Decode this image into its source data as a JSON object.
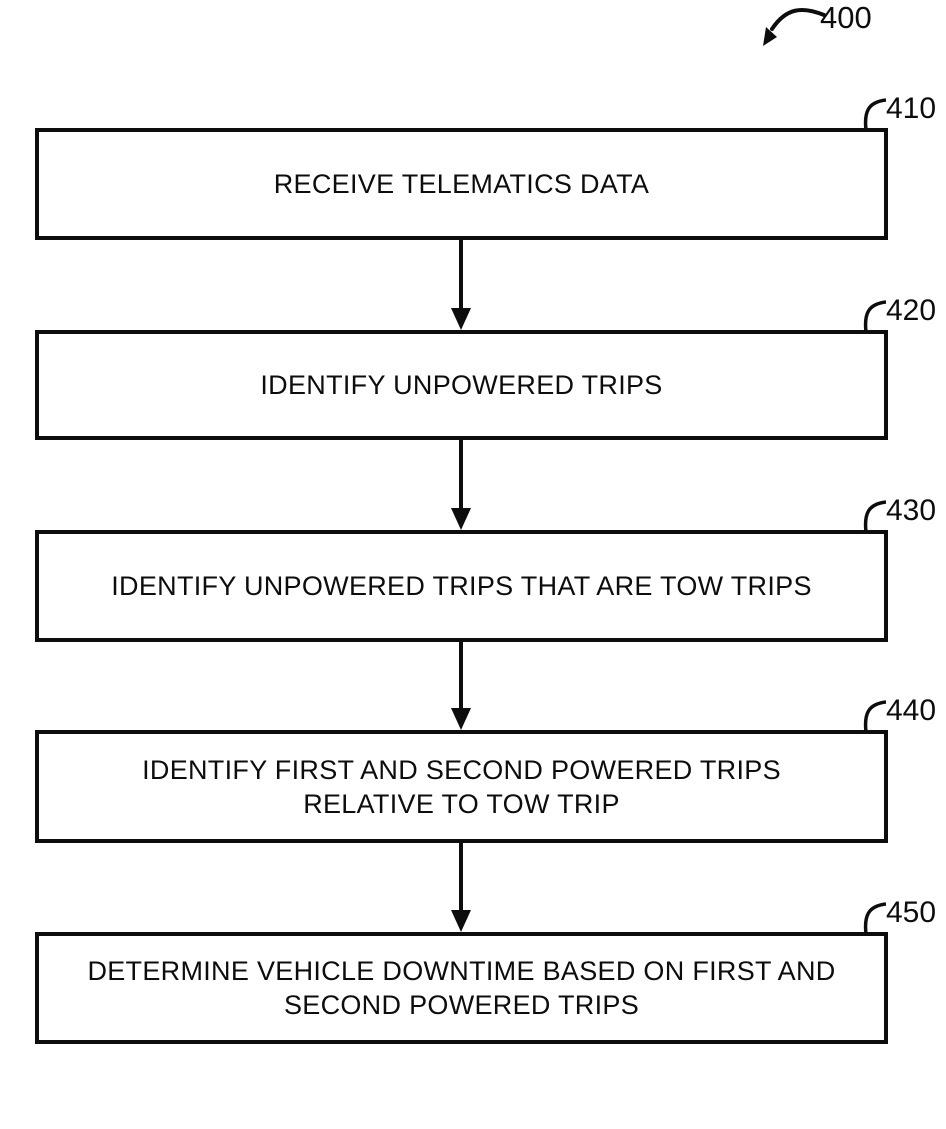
{
  "figure": {
    "figure_ref": "400",
    "steps": [
      {
        "ref": "410",
        "lines": [
          "RECEIVE TELEMATICS DATA"
        ]
      },
      {
        "ref": "420",
        "lines": [
          "IDENTIFY UNPOWERED TRIPS"
        ]
      },
      {
        "ref": "430",
        "lines": [
          "IDENTIFY UNPOWERED TRIPS THAT ARE TOW TRIPS"
        ]
      },
      {
        "ref": "440",
        "lines": [
          "IDENTIFY FIRST AND SECOND POWERED TRIPS",
          "RELATIVE TO TOW TRIP"
        ]
      },
      {
        "ref": "450",
        "lines": [
          "DETERMINE VEHICLE DOWNTIME BASED ON FIRST AND",
          "SECOND POWERED TRIPS"
        ]
      }
    ],
    "colors": {
      "ink": "#0d0d0d",
      "background": "#ffffff"
    }
  }
}
